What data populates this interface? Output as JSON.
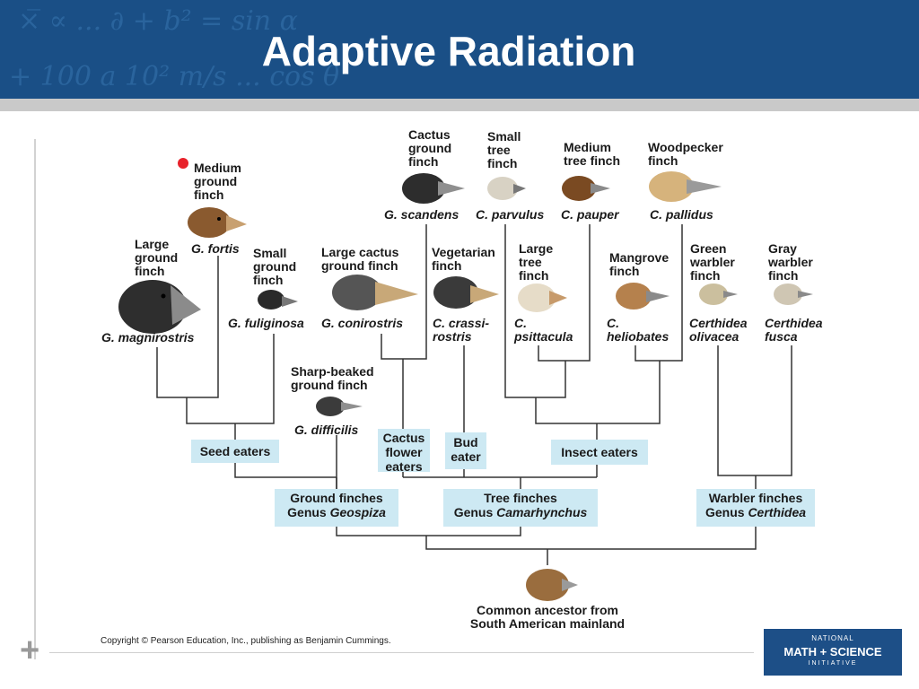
{
  "slide": {
    "title": "Adaptive Radiation",
    "header_deco": [
      "×̅ ∝ ... ∂ + b² = sin α",
      "+ 100 a  10² m/s ...  cos θ"
    ]
  },
  "colors": {
    "header_bg": "#1a4f86",
    "box_bg": "#cde9f3",
    "marker": "#e8222b"
  },
  "species": [
    {
      "id": "medium-ground-finch",
      "common": "Medium\nground\nfinch",
      "scientific": "G. fortis"
    },
    {
      "id": "large-ground-finch",
      "common": "Large\nground\nfinch",
      "scientific": "G. magnirostris"
    },
    {
      "id": "small-ground-finch",
      "common": "Small\nground\nfinch",
      "scientific": "G. fuliginosa"
    },
    {
      "id": "large-cactus-ground-finch",
      "common": "Large cactus\nground finch",
      "scientific": "G. conirostris"
    },
    {
      "id": "cactus-ground-finch",
      "common": "Cactus\nground\nfinch",
      "scientific": "G. scandens"
    },
    {
      "id": "small-tree-finch",
      "common": "Small\ntree\nfinch",
      "scientific": "C. parvulus"
    },
    {
      "id": "medium-tree-finch",
      "common": "Medium\ntree finch",
      "scientific": "C. pauper"
    },
    {
      "id": "woodpecker-finch",
      "common": "Woodpecker\nfinch",
      "scientific": "C. pallidus"
    },
    {
      "id": "vegetarian-finch",
      "common": "Vegetarian\nfinch",
      "scientific": "C. crassi-\nrostris"
    },
    {
      "id": "large-tree-finch",
      "common": "Large\ntree\nfinch",
      "scientific": "C.\npsittacula"
    },
    {
      "id": "mangrove-finch",
      "common": "Mangrove\nfinch",
      "scientific": "C.\nheliobates"
    },
    {
      "id": "green-warbler-finch",
      "common": "Green\nwarbler\nfinch",
      "scientific": "Certhidea\nolivacea"
    },
    {
      "id": "gray-warbler-finch",
      "common": "Gray\nwarbler\nfinch",
      "scientific": "Certhidea\nfusca"
    },
    {
      "id": "sharp-beaked-ground-finch",
      "common": "Sharp-beaked\nground finch",
      "scientific": "G. difficilis"
    }
  ],
  "groups": {
    "seed_eaters": "Seed eaters",
    "cactus_flower_eaters": "Cactus\nflower\neaters",
    "bud_eater": "Bud\neater",
    "insect_eaters": "Insect eaters",
    "ground_finches": {
      "line1": "Ground finches",
      "prefix": "Genus ",
      "genus": "Geospiza"
    },
    "tree_finches": {
      "line1": "Tree finches",
      "prefix": "Genus ",
      "genus": "Camarhynchus"
    },
    "warbler_finches": {
      "line1": "Warbler finches",
      "prefix": "Genus ",
      "genus": "Certhidea"
    }
  },
  "ancestor": "Common ancestor from\nSouth American mainland",
  "copyright": "Copyright © Pearson Education, Inc., publishing as Benjamin Cummings.",
  "logo": {
    "line1": "NATIONAL",
    "line2": "MATH + SCIENCE",
    "line3": "INITIATIVE"
  }
}
